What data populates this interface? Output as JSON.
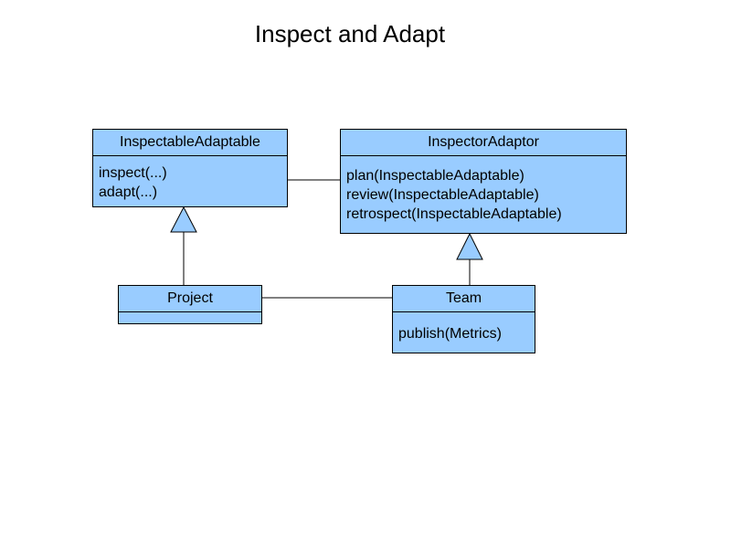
{
  "title": "Inspect and Adapt",
  "colors": {
    "class_fill": "#99ccff",
    "line": "#000000",
    "background": "#ffffff"
  },
  "classes": {
    "inspectable_adaptable": {
      "name": "InspectableAdaptable",
      "operations": [
        "inspect(...)",
        "adapt(...)"
      ]
    },
    "inspector_adaptor": {
      "name": "InspectorAdaptor",
      "operations": [
        "plan(InspectableAdaptable)",
        "review(InspectableAdaptable)",
        "retrospect(InspectableAdaptable)"
      ]
    },
    "project": {
      "name": "Project",
      "operations": []
    },
    "team": {
      "name": "Team",
      "operations": [
        "publish(Metrics)"
      ]
    }
  },
  "relationships": [
    {
      "type": "generalization",
      "from": "Project",
      "to": "InspectableAdaptable"
    },
    {
      "type": "generalization",
      "from": "Team",
      "to": "InspectorAdaptor"
    },
    {
      "type": "association",
      "from": "InspectableAdaptable",
      "to": "InspectorAdaptor"
    },
    {
      "type": "association",
      "from": "Project",
      "to": "Team"
    }
  ]
}
